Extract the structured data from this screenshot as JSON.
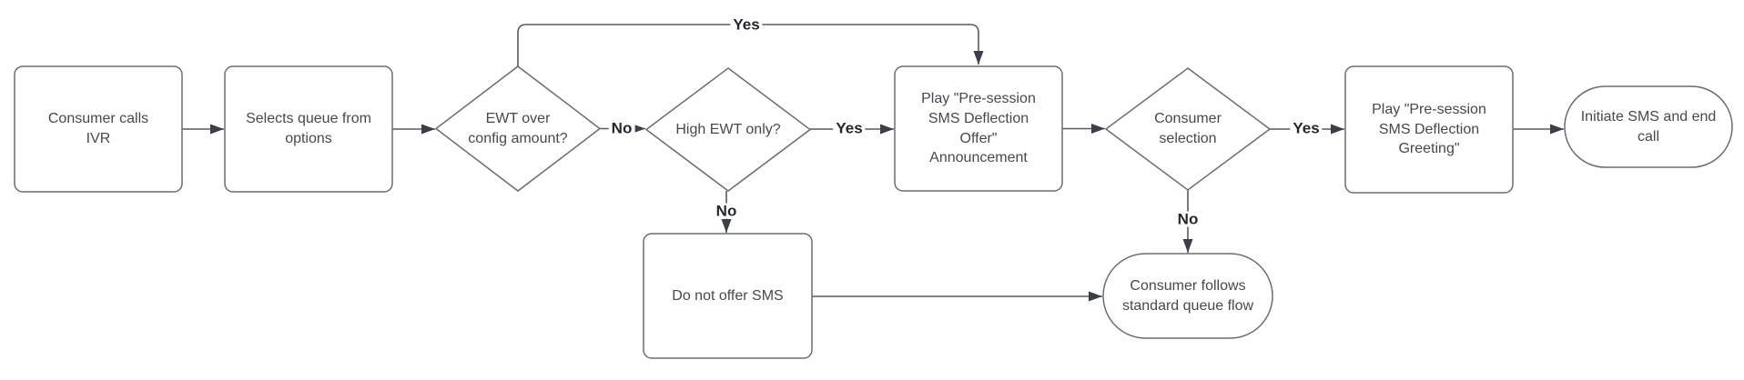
{
  "colors": {
    "background": "#ffffff",
    "shape_fill": "#ffffff",
    "shape_stroke": "#696d73",
    "connector": "#565b61",
    "arrowhead": "#39404b",
    "node_text": "#45494f",
    "edge_label_text": "#23272f"
  },
  "nodes": {
    "consumer_calls_ivr": {
      "shape": "rounded-rect",
      "label": "Consumer calls\nIVR"
    },
    "selects_queue": {
      "shape": "rounded-rect",
      "label": "Selects queue from\noptions"
    },
    "ewt_over_config": {
      "shape": "diamond",
      "label": "EWT over\nconfig amount?"
    },
    "high_ewt_only": {
      "shape": "diamond",
      "label": "High EWT only?"
    },
    "play_offer_announcement": {
      "shape": "rounded-rect",
      "label": "Play \"Pre-session\nSMS Deflection\nOffer\"\nAnnouncement"
    },
    "consumer_selection": {
      "shape": "diamond",
      "label": "Consumer\nselection"
    },
    "play_greeting": {
      "shape": "rounded-rect",
      "label": "Play \"Pre-session\nSMS Deflection\nGreeting\""
    },
    "initiate_sms_end_call": {
      "shape": "stadium",
      "label": "Initiate SMS and end\ncall"
    },
    "do_not_offer_sms": {
      "shape": "rounded-rect",
      "label": "Do not offer SMS"
    },
    "standard_queue_flow": {
      "shape": "stadium",
      "label": "Consumer follows\nstandard queue flow"
    }
  },
  "edges": [
    {
      "from": "consumer_calls_ivr",
      "to": "selects_queue",
      "label": ""
    },
    {
      "from": "selects_queue",
      "to": "ewt_over_config",
      "label": ""
    },
    {
      "from": "ewt_over_config",
      "to": "play_offer_announcement",
      "label": "Yes",
      "route": "over-top"
    },
    {
      "from": "ewt_over_config",
      "to": "high_ewt_only",
      "label": "No"
    },
    {
      "from": "high_ewt_only",
      "to": "play_offer_announcement",
      "label": "Yes"
    },
    {
      "from": "high_ewt_only",
      "to": "do_not_offer_sms",
      "label": "No"
    },
    {
      "from": "play_offer_announcement",
      "to": "consumer_selection",
      "label": ""
    },
    {
      "from": "consumer_selection",
      "to": "play_greeting",
      "label": "Yes"
    },
    {
      "from": "consumer_selection",
      "to": "standard_queue_flow",
      "label": "No"
    },
    {
      "from": "play_greeting",
      "to": "initiate_sms_end_call",
      "label": ""
    },
    {
      "from": "do_not_offer_sms",
      "to": "standard_queue_flow",
      "label": ""
    }
  ]
}
